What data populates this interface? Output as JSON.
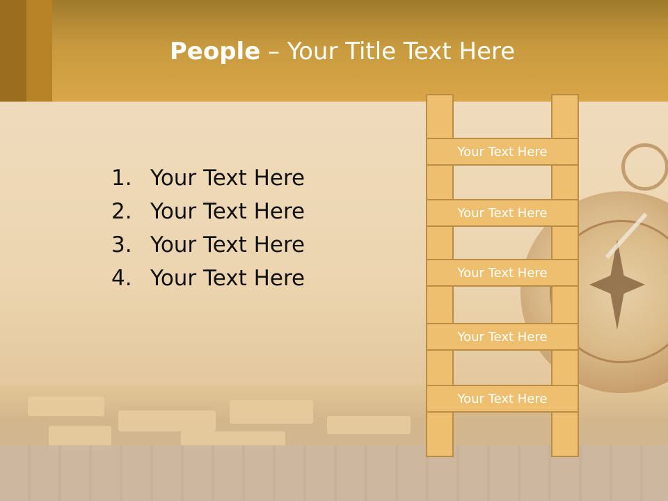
{
  "title": {
    "bold": "People",
    "rest": " – Your Title Text Here"
  },
  "list": {
    "items": [
      {
        "num": "1.",
        "text": "Your Text Here"
      },
      {
        "num": "2.",
        "text": "Your Text Here"
      },
      {
        "num": "3.",
        "text": "Your Text Here"
      },
      {
        "num": "4.",
        "text": "Your Text Here"
      }
    ]
  },
  "ladder": {
    "rungs": [
      {
        "label": "Your Text Here"
      },
      {
        "label": "Your Text Here"
      },
      {
        "label": "Your Text Here"
      },
      {
        "label": "Your Text Here"
      },
      {
        "label": "Your Text Here"
      }
    ]
  },
  "colors": {
    "header": "#d9a648",
    "ladder_fill": "#edbf6f",
    "ladder_border": "#b98d46",
    "body_text": "#111111",
    "title_text": "#ffffff"
  },
  "icons": {
    "compass": "compass-icon"
  }
}
